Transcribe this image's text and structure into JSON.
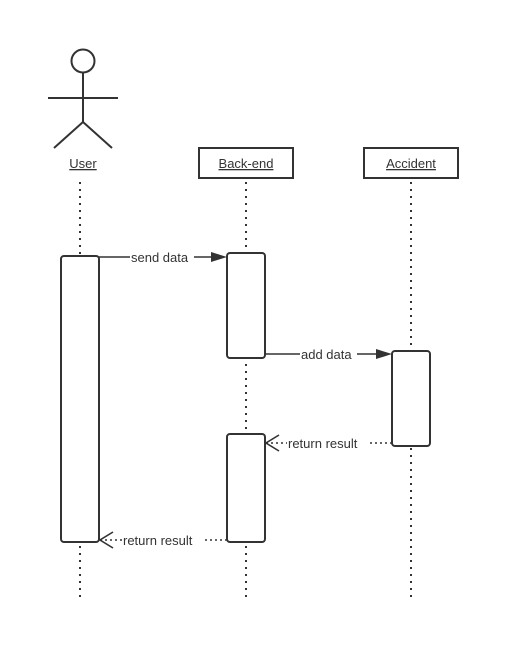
{
  "actor": {
    "label": "User"
  },
  "participants": [
    {
      "id": "backend",
      "label": "Back-end"
    },
    {
      "id": "accident",
      "label": "Accident"
    }
  ],
  "messages": [
    {
      "id": "m1",
      "label": "send data",
      "from": "User",
      "to": "Back-end",
      "kind": "sync"
    },
    {
      "id": "m2",
      "label": "add data",
      "from": "Back-end",
      "to": "Accident",
      "kind": "sync"
    },
    {
      "id": "m3",
      "label": "return result",
      "from": "Accident",
      "to": "Back-end",
      "kind": "return"
    },
    {
      "id": "m4",
      "label": "return result",
      "from": "Back-end",
      "to": "User",
      "kind": "return"
    }
  ]
}
